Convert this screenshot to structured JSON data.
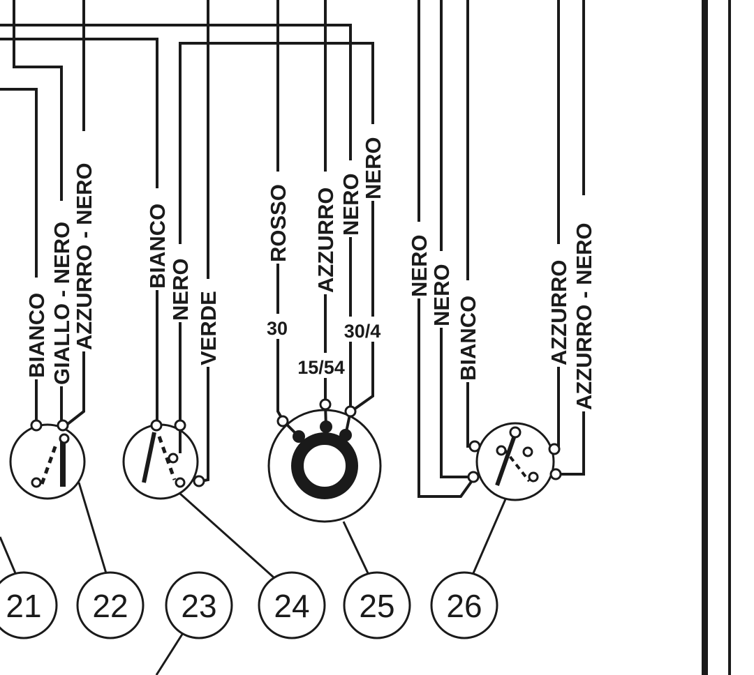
{
  "components": [
    {
      "id": "21",
      "label": "21"
    },
    {
      "id": "22",
      "label": "22"
    },
    {
      "id": "23",
      "label": "23"
    },
    {
      "id": "24",
      "label": "24"
    },
    {
      "id": "25",
      "label": "25"
    },
    {
      "id": "26",
      "label": "26"
    }
  ],
  "wires": {
    "c22_bianco": "BIANCO",
    "c22_giallo_nero": "GIALLO - NERO",
    "c22_azzurro_nero": "AZZURRO - NERO",
    "c24_bianco": "BIANCO",
    "c24_nero": "NERO",
    "c24_verde": "VERDE",
    "c25_rosso": "ROSSO",
    "c25_azzurro": "AZZURRO",
    "c25_nero_1": "NERO",
    "c25_nero_2": "NERO",
    "c26_nero_1": "NERO",
    "c26_nero_2": "NERO",
    "c26_bianco": "BIANCO",
    "c26_azzurro": "AZZURRO",
    "c26_azzurro_nero": "AZZURRO - NERO"
  },
  "terminals": {
    "t30": "30",
    "t15_54": "15/54",
    "t30_4": "30/4"
  }
}
